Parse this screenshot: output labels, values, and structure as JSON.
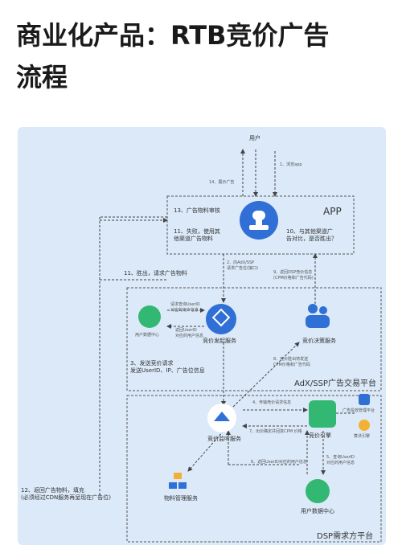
{
  "title": "商业化产品：RTB竞价广告\n流程",
  "nodes": {
    "user": "用户",
    "app": "APP",
    "material_review": "13、广告物料审核",
    "fail_use_other": "11、失败，使用其\n他渠道广告物料",
    "compare_other": "10、与其他渠道广\n告对比，是否胜出？",
    "user_center_adx": "用户数据中心",
    "bid_launch": "竞价发起服务",
    "bid_decision": "竞价决策服务",
    "adx_platform": "AdX/SSP广告交易平台",
    "bid_monitor": "竞价监听服务",
    "bid_engine": "竞价引擎",
    "ad_delivery_platform": "广告投放管理平台",
    "algo_engine": "算法引擎",
    "material_mgmt": "物料管理服务",
    "user_center_dsp": "用户数据中心",
    "dsp_platform": "DSP需求方平台"
  },
  "arrows": {
    "a1": "1、浏览app",
    "a14": "14、展示广告",
    "a2": "2、向AdX/SSP\n请求广告位(接口)",
    "a9": "9、返回DSP竞价信息\n(CPM价格和广告代码)",
    "a11_win": "11、胜出，请求广告物料",
    "a_req_user": "请求查询UserID\n对应的用户信息",
    "a_ret_user": "返回UserID\n对应的用户信息",
    "a3": "3、发送竞价请求\n发送UserID、IP、广告位信息",
    "a8": "8、竞价胜出将发送\nCPM价格和广告代码",
    "a4": "4、传输竞价请求信息",
    "a7": "7、出价确定并回复CPM 价格",
    "a6": "6、返回UserID对应的用户信息",
    "a5": "5、查询UserID\n对应的用户信息",
    "a12": "12、返回广告物料，填充\n(必须经过CDN服务再呈现在广告位)"
  },
  "colors": {
    "background": "#dbe9f8",
    "icon_blue": "#2f6fd6",
    "icon_yellow": "#f2b134",
    "icon_green": "#32b873"
  }
}
